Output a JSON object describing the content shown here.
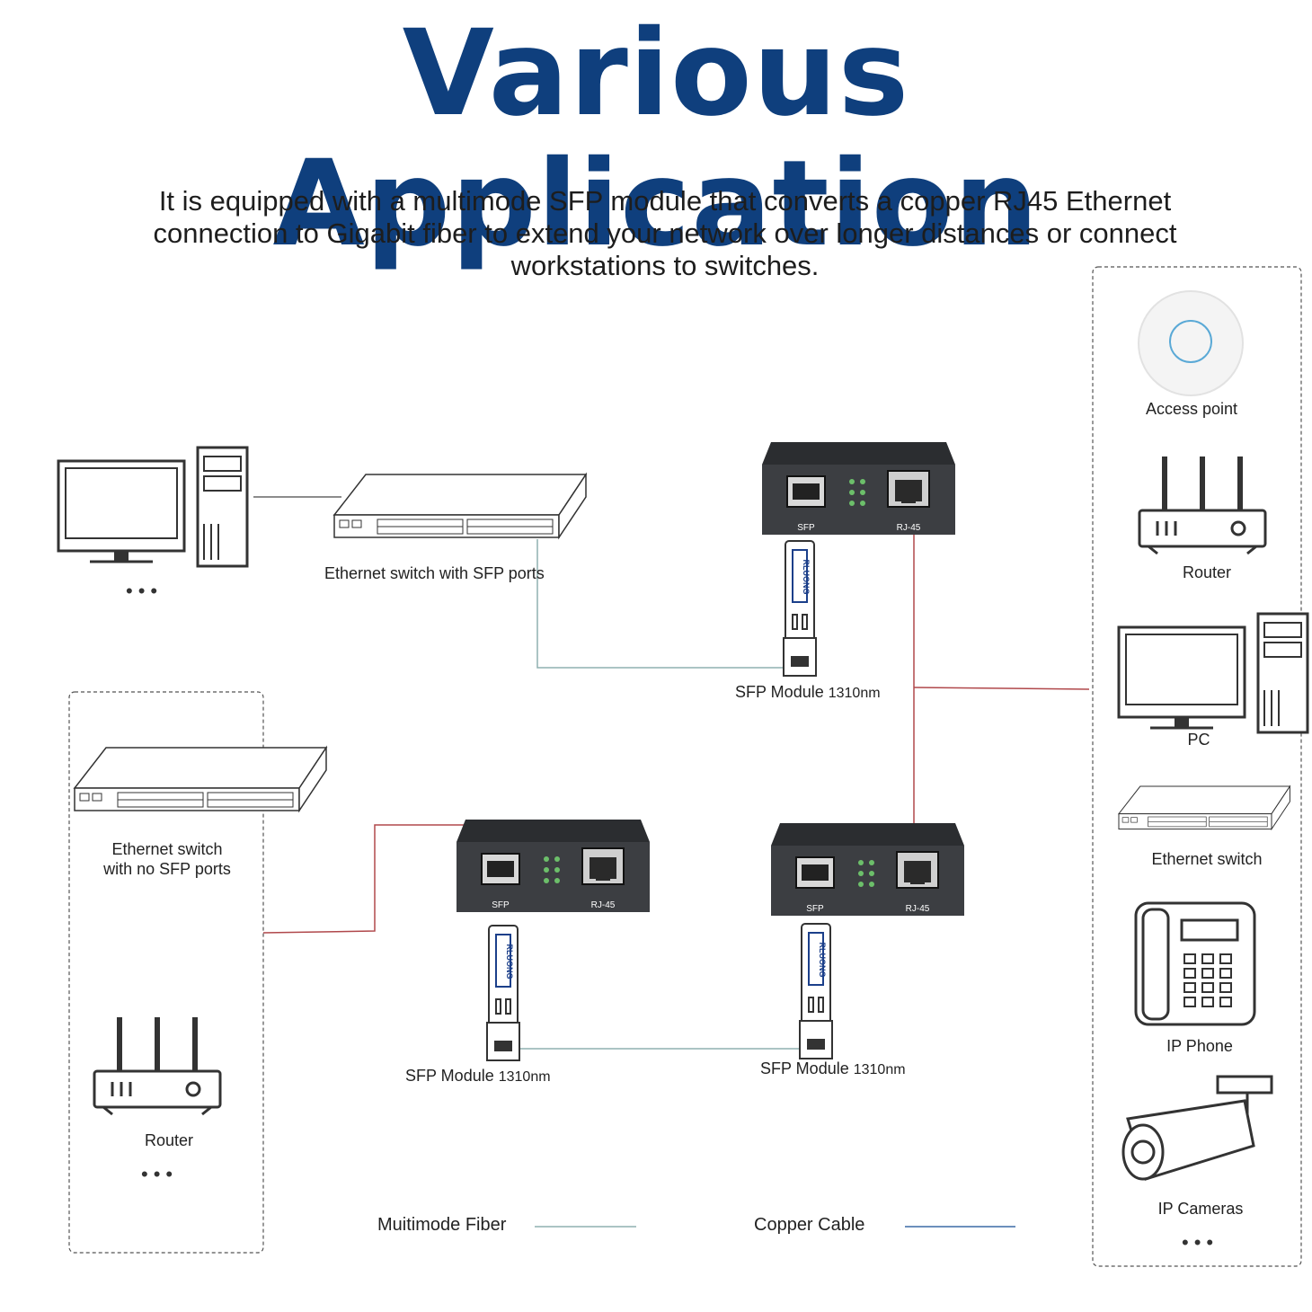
{
  "title": "Various Application",
  "subtitle": "It is equipped with a multimode SFP module that converts a copper RJ45 Ethernet connection to Gigabit fiber to extend your network over longer distances or connect workstations to switches.",
  "labels": {
    "switch_sfp": "Ethernet switch with SFP ports",
    "sfp_module_top": "SFP Module",
    "sfp_module_bottom_left": "SFP Module",
    "sfp_module_bottom_right": "SFP Module",
    "wavelength": "1310nm",
    "switch_no_sfp_line1": "Ethernet switch",
    "switch_no_sfp_line2": "with no SFP ports",
    "router_left": "Router",
    "access_point": "Access point",
    "router_right": "Router",
    "pc": "PC",
    "ethernet_switch": "Ethernet switch",
    "ip_phone": "IP Phone",
    "ip_cameras": "IP Cameras",
    "ellipsis": "•••"
  },
  "converter_labels": {
    "sfp": "SFP",
    "rj45": "RJ-45",
    "brand": "RLUONG"
  },
  "legend": {
    "fiber": "Muitimode Fiber",
    "copper": "Copper Cable"
  },
  "colors": {
    "title": "#0f3f7d",
    "fiber": "#8fb0b0",
    "copper": "#b0484b",
    "device": "#3b3d40"
  }
}
